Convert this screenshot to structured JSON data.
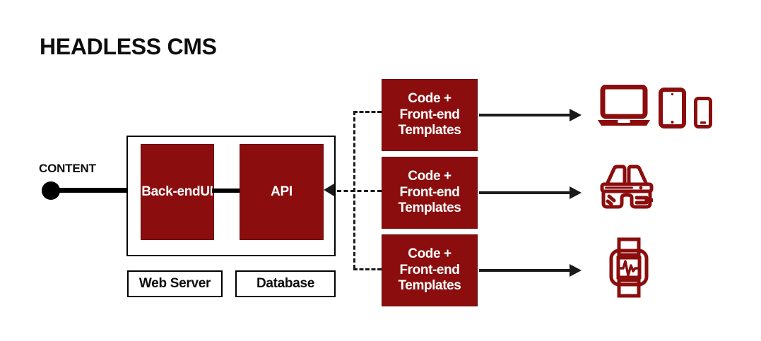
{
  "page": {
    "title": "HEADLESS CMS",
    "accent_color": "#8b0d0d",
    "line_color": "#1a1a1a",
    "background": "#ffffff"
  },
  "input": {
    "label": "CONTENT",
    "node_icon": "filled-circle-icon"
  },
  "cms": {
    "container_label": "headless-cms-container",
    "modules": [
      {
        "label": "Back-end\nUI",
        "line1": "Back-end",
        "line2": "UI"
      },
      {
        "label": "API",
        "line1": "API",
        "line2": ""
      }
    ],
    "infrastructure": [
      {
        "label": "Web Server"
      },
      {
        "label": "Database"
      }
    ]
  },
  "templates": {
    "boxes": [
      {
        "line1": "Code +",
        "line2": "Front-end",
        "line3": "Templates"
      },
      {
        "line1": "Code +",
        "line2": "Front-end",
        "line3": "Templates"
      },
      {
        "line1": "Code +",
        "line2": "Front-end",
        "line3": "Templates"
      }
    ]
  },
  "outputs": [
    {
      "icons": [
        "laptop-icon",
        "tablet-icon",
        "phone-icon"
      ]
    },
    {
      "icons": [
        "smart-glasses-icon"
      ]
    },
    {
      "icons": [
        "smartwatch-icon"
      ]
    }
  ]
}
